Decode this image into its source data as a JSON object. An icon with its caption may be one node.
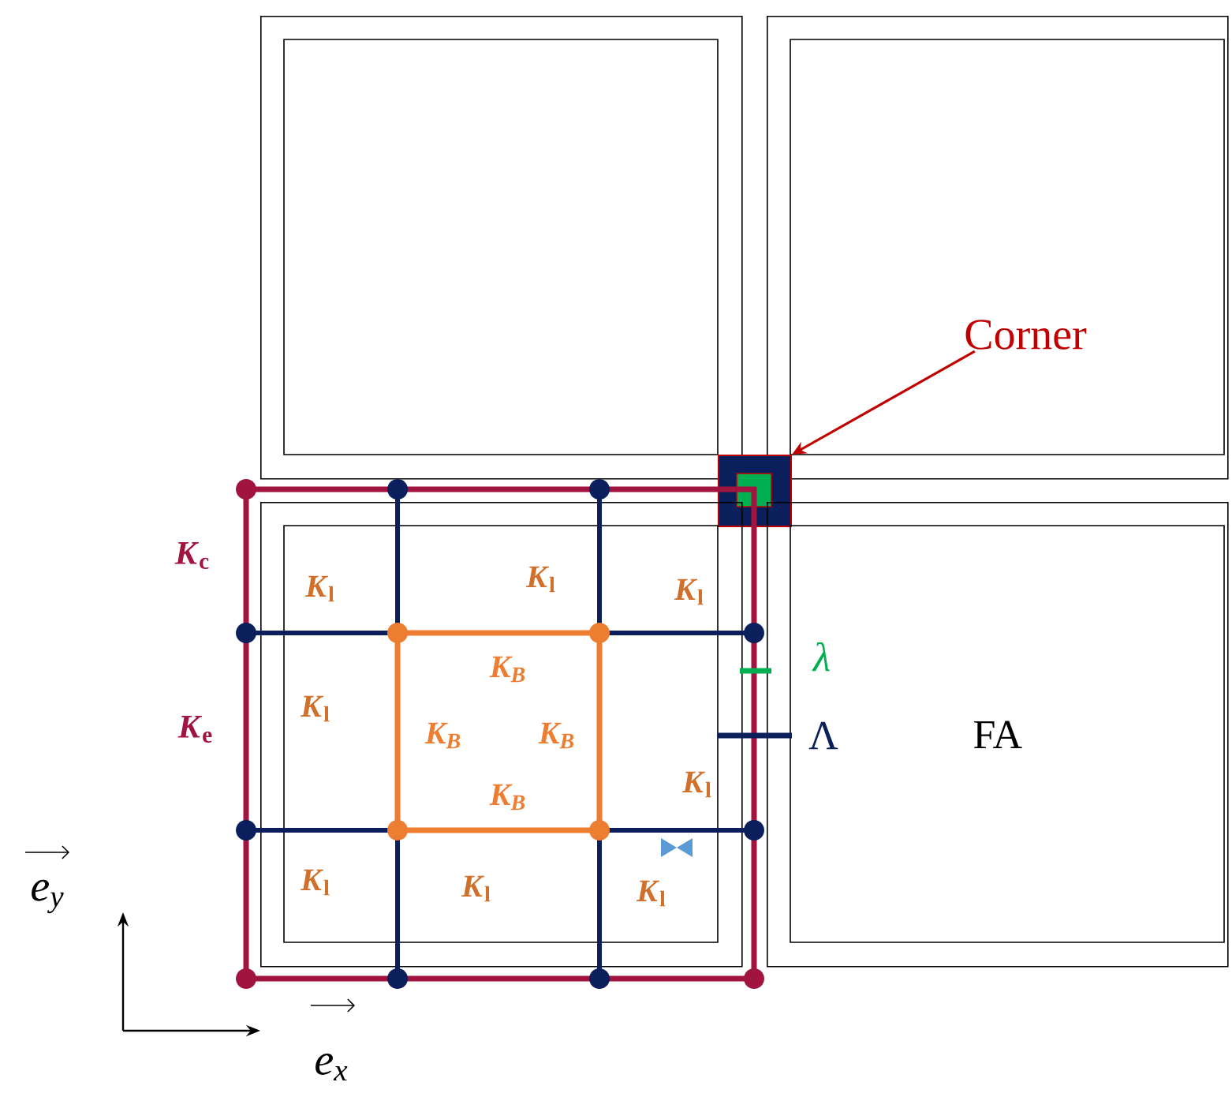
{
  "diagram": {
    "nodes": [
      {
        "text": [],
        "shape": "box"
      },
      {
        "text": [],
        "shape": "box"
      },
      {
        "text": [
          "Corner"
        ],
        "in": 1
      },
      {
        "text": [],
        "shape": "box"
      },
      {
        "text": [],
        "shape": "box"
      },
      {
        "text": [
          "FA"
        ]
      }
    ],
    "edges": [
      {
        "from": 2,
        "to": 3,
        "arrow": "to",
        "color": "#c00000"
      }
    ],
    "labels": [
      "*K*$_{c}$",
      "*K*$_{l}$",
      "*K*$_{l}$",
      "*K*$_{l}$",
      "K$_{B}$",
      "λ",
      "*K*$_{l}$",
      "*K*$_{e}$",
      "K$_{B}$",
      "K$_{B}$",
      "Λ",
      "*K*$_{l}$",
      "K$_{B}$",
      "e$_{y}$",
      "*K*$_{l}$",
      "*K*$_{l}$",
      "*K*$_{l}$",
      "e$_{x}$"
    ]
  }
}
